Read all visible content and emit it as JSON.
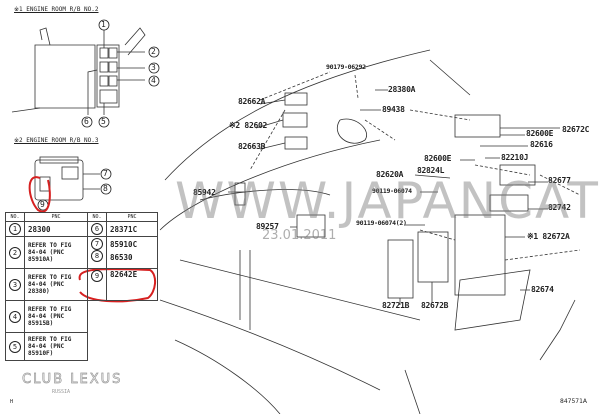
{
  "headings": [
    "※1 ENGINE ROOM R/B NO.2",
    "※2 ENGINE ROOM R/B NO.3"
  ],
  "callouts": [
    "1",
    "2",
    "3",
    "4",
    "5",
    "6",
    "7",
    "8",
    "9"
  ],
  "table": {
    "headers": [
      "NO.",
      "PNC",
      "NO.",
      "PNC"
    ],
    "left": [
      {
        "no": "1",
        "pnc": "28300"
      },
      {
        "no": "2",
        "pnc": "REFER TO FIG 84-04 (PNC 85910A)"
      },
      {
        "no": "3",
        "pnc": "REFER TO FIG 84-04 (PNC 28380)"
      },
      {
        "no": "4",
        "pnc": "REFER TO FIG 84-04 (PNC 85915B)"
      },
      {
        "no": "5",
        "pnc": "REFER TO FIG 84-04 (PNC 85910F)"
      }
    ],
    "right": [
      {
        "no": "6",
        "pnc": "28371C"
      },
      {
        "no": "7",
        "pnc": "85910C"
      },
      {
        "no": "8",
        "pnc": "86530"
      },
      {
        "no": "9",
        "pnc": "82642E"
      }
    ]
  },
  "parts": {
    "p1": "90179-06292",
    "p2": "28380A",
    "p3": "82662A",
    "p4": "89438",
    "p5": "※2 82602",
    "p6": "82663B",
    "p7": "82672C",
    "p8": "82600E",
    "p9": "82616",
    "p10": "82600E",
    "p11": "82210J",
    "p12": "82620A",
    "p13": "82824L",
    "p14": "82677",
    "p15": "85942",
    "p16": "90119-06074",
    "p17": "82742",
    "p18": "89257",
    "p19": "90119-06074(2)",
    "p20": "※1 82672A",
    "p21": "82674",
    "p22": "82721B",
    "p23": "82672B"
  },
  "watermark": "WWW.JAPANCATS.RU",
  "date": "23.01.2011",
  "logo": "CLUB LEXUS",
  "logo_sub": "RUSSIA",
  "page_mark": "H",
  "figure_code": "847571A",
  "highlight_color": "#d62020"
}
